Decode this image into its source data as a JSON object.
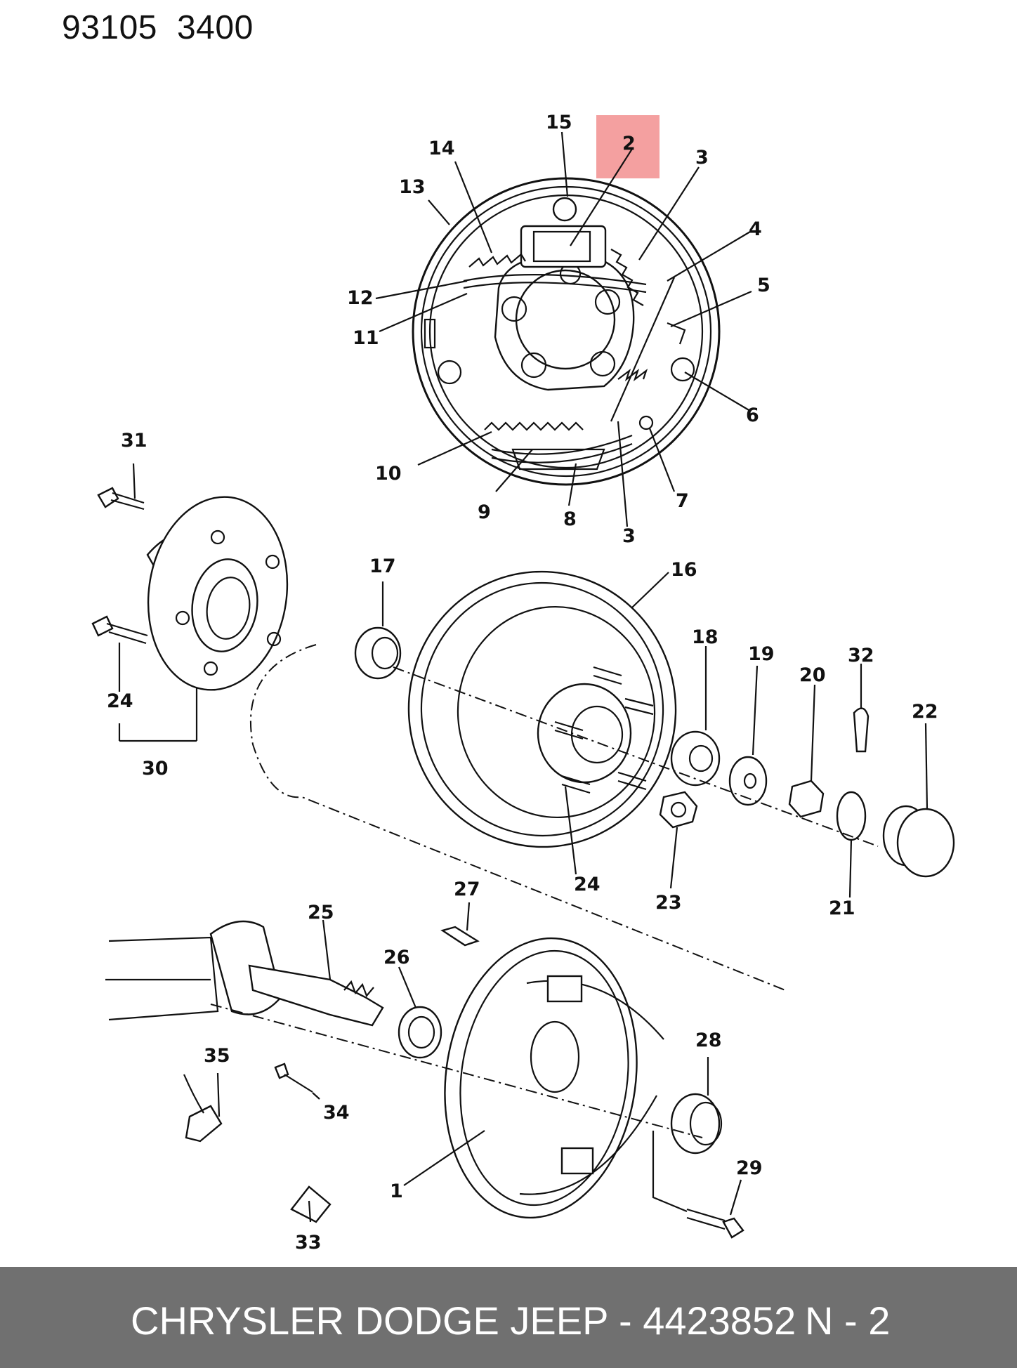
{
  "header": {
    "code_1": "93105",
    "code_2": "3400"
  },
  "footer": {
    "brand_part": "CHRYSLER DODGE JEEP - 4423852",
    "page": "N - 2"
  },
  "highlight": {
    "label": "2",
    "color": "#f4a0a0"
  },
  "callouts": {
    "c1": "1",
    "c2": "2",
    "c3a": "3",
    "c3b": "3",
    "c4": "4",
    "c5": "5",
    "c6": "6",
    "c7": "7",
    "c8": "8",
    "c9": "9",
    "c10": "10",
    "c11": "11",
    "c12": "12",
    "c13": "13",
    "c14": "14",
    "c15": "15",
    "c16": "16",
    "c17": "17",
    "c18": "18",
    "c19": "19",
    "c20": "20",
    "c21": "21",
    "c22": "22",
    "c23": "23",
    "c24a": "24",
    "c24b": "24",
    "c25": "25",
    "c26": "26",
    "c27": "27",
    "c28": "28",
    "c29": "29",
    "c30": "30",
    "c31": "31",
    "c32": "32",
    "c33": "33",
    "c34": "34",
    "c35": "35"
  }
}
